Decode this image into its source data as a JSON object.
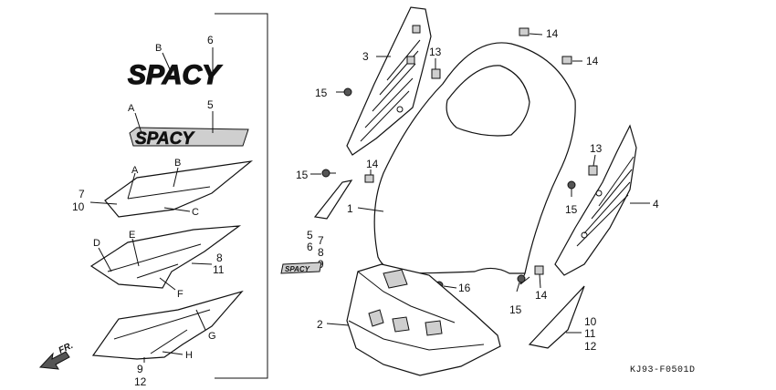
{
  "logos": {
    "upper": "SPACY",
    "lower": "SPACY",
    "small": "SPACY"
  },
  "callouts": {
    "c6": "6",
    "cB1": "B",
    "c5": "5",
    "cA1": "A",
    "c7_10": [
      "7",
      "10"
    ],
    "cA2": "A",
    "cB2": "B",
    "cC": "C",
    "cD": "D",
    "cE": "E",
    "c8_11": [
      "8",
      "11"
    ],
    "cF": "F",
    "cG": "G",
    "cH": "H",
    "c9_12": [
      "9",
      "12"
    ],
    "c3": "3",
    "c13a": "13",
    "c15a": "15",
    "c15b": "15",
    "c14a": "14",
    "c1": "1",
    "c7_8_9": [
      "7",
      "8",
      "9"
    ],
    "c5_6": [
      "5",
      "6"
    ],
    "c14b": "14",
    "c14c": "14",
    "c13b": "13",
    "c15c": "15",
    "c4": "4",
    "c16": "16",
    "c2": "2",
    "c15d": "15",
    "c14d": "14",
    "c10_11_12": [
      "10",
      "11",
      "12"
    ]
  },
  "front_label": "FR.",
  "diagram_code": "KJ93-F0501D"
}
